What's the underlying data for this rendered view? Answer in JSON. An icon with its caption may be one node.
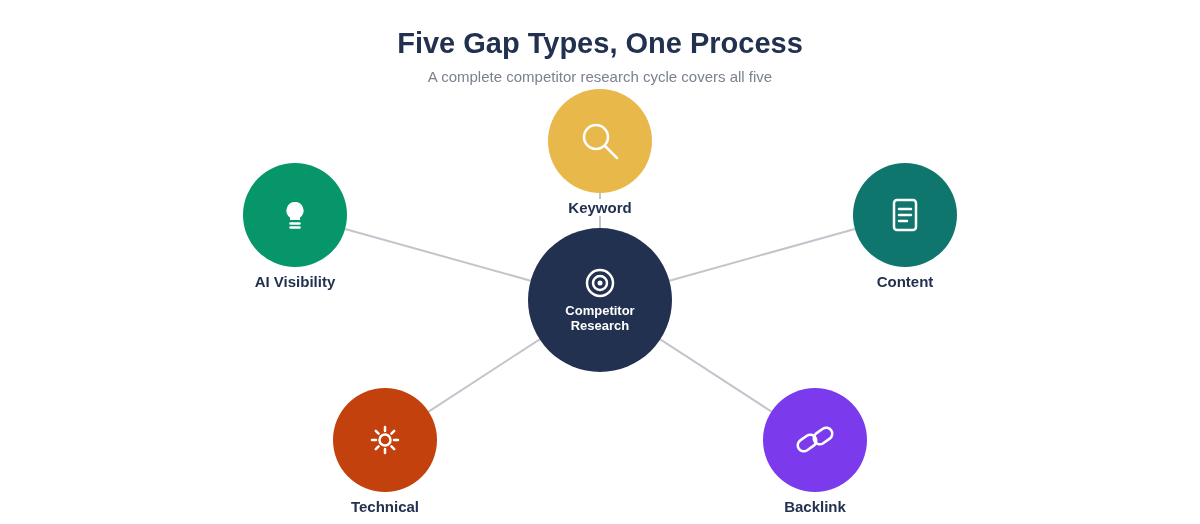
{
  "diagram": {
    "title": "Five Gap Types, One Process",
    "caption": "A complete competitor research cycle covers all five",
    "nodes": [
      {
        "text": [
          "Competitor Research"
        ]
      },
      {
        "text": [
          "Keyword"
        ]
      },
      {
        "text": [
          "Content"
        ]
      },
      {
        "text": [
          "Backlink"
        ]
      },
      {
        "text": [
          "Technical"
        ]
      },
      {
        "text": [
          "AI Visibility"
        ]
      }
    ],
    "edges": [
      {
        "from": 0,
        "to": 1,
        "arrow": "none"
      },
      {
        "from": 0,
        "to": 2,
        "arrow": "none"
      },
      {
        "from": 0,
        "to": 3,
        "arrow": "none"
      },
      {
        "from": 0,
        "to": 4,
        "arrow": "none"
      },
      {
        "from": 0,
        "to": 5,
        "arrow": "none"
      }
    ]
  }
}
